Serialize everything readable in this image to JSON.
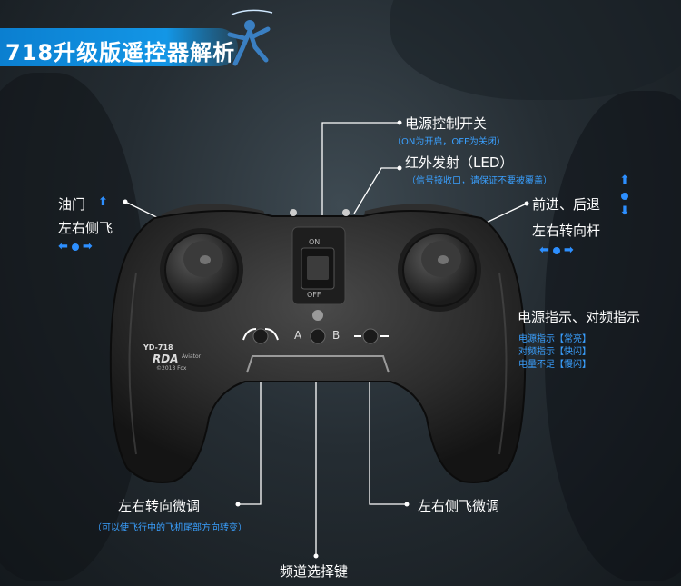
{
  "header": {
    "title": "718升级版遥控器解析"
  },
  "left_labels": {
    "throttle": "油门",
    "throttle_arrow": "⬆",
    "side_fly": "左右侧飞",
    "side_arrows": {
      "left": "⬅",
      "right": "➡"
    }
  },
  "right_labels": {
    "forward_back": "前进、后退",
    "turn_stick": "左右转向杆",
    "vertical_arrows": {
      "up": "⬆",
      "down": "⬇"
    },
    "horizontal_arrows": {
      "left": "⬅",
      "right": "➡"
    }
  },
  "callouts": {
    "power_switch": {
      "label": "电源控制开关",
      "sub": "（ON为开启，OFF为关闭）"
    },
    "ir_emitter": {
      "label": "红外发射（LED）",
      "sub": "（信号接收口，请保证不要被覆盖）"
    },
    "indicator": {
      "label": "电源指示、对频指示",
      "lines": [
        "电源指示【常亮】",
        "对频指示【快闪】",
        "电量不足【慢闪】"
      ]
    },
    "turn_trim": {
      "label": "左右转向微调",
      "sub": "（可以使飞行中的飞机尾部方向转变）"
    },
    "side_trim": {
      "label": "左右侧飞微调"
    },
    "channel_key": {
      "label": "频道选择键"
    }
  },
  "controller": {
    "switch_on": "ON",
    "switch_off": "OFF",
    "button_a": "A",
    "button_b": "B",
    "model": "YD-718",
    "brand": "RDA",
    "brand_sub": "Aviator",
    "copyright": "©2013 Fox"
  },
  "colors": {
    "accent": "#2d8fff",
    "title_bg": "#0b7fd0",
    "body": "#2b2b2b"
  }
}
